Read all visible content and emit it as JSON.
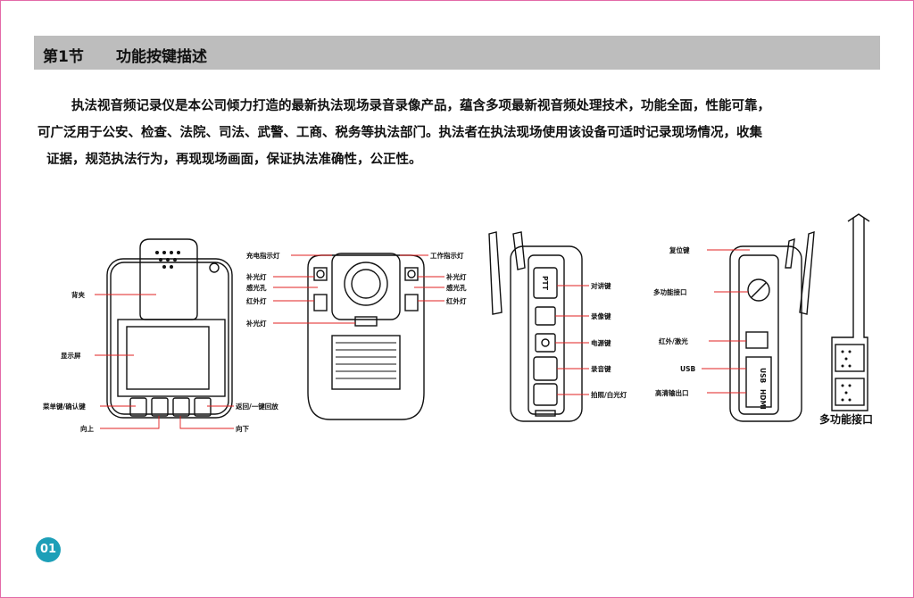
{
  "header": {
    "section_num": "第1节",
    "section_title": "功能按键描述"
  },
  "intro": {
    "line1": "执法视音频记录仪是本公司倾力打造的最新执法现场录音录像产品，蕴含多项最新视音频处理技术，功能全面，性能可靠，",
    "line2": "可广泛用于公安、检查、法院、司法、武警、工商、税务等执法部门。执法者在执法现场使用该设备可适时记录现场情况，收集",
    "line3": "证据，规范执法行为，再现现场画面，保证执法准确性，公正性。"
  },
  "front_view": {
    "back_clip": "背夹",
    "screen": "显示屏",
    "menu_confirm": "菜单键/确认键",
    "up": "向上",
    "back_replay": "返回/一键回放",
    "down": "向下"
  },
  "camera_view": {
    "charge_light": "充电指示灯",
    "work_light": "工作指示灯",
    "fill_light_l": "补光灯",
    "photosensitive_l": "感光孔",
    "infrared_l": "红外灯",
    "fill_light_r": "补光灯",
    "photosensitive_r": "感光孔",
    "infrared_r": "红外灯",
    "laser_light": "补光灯"
  },
  "side_view": {
    "ptt_text": "PTT",
    "ptt": "对讲键",
    "video": "录像键",
    "power": "电源键",
    "audio": "录音键",
    "photo": "拍照/白光灯"
  },
  "other_side_view": {
    "reset": "复位键",
    "multi_port": "多功能接口",
    "ir_laser": "红外/激光",
    "usb": "USB",
    "hdmi_out": "高清输出口",
    "usb_text": "USB",
    "hdmi_text": "HDMI"
  },
  "connector": {
    "caption": "多功能接口"
  },
  "page_number": "01"
}
